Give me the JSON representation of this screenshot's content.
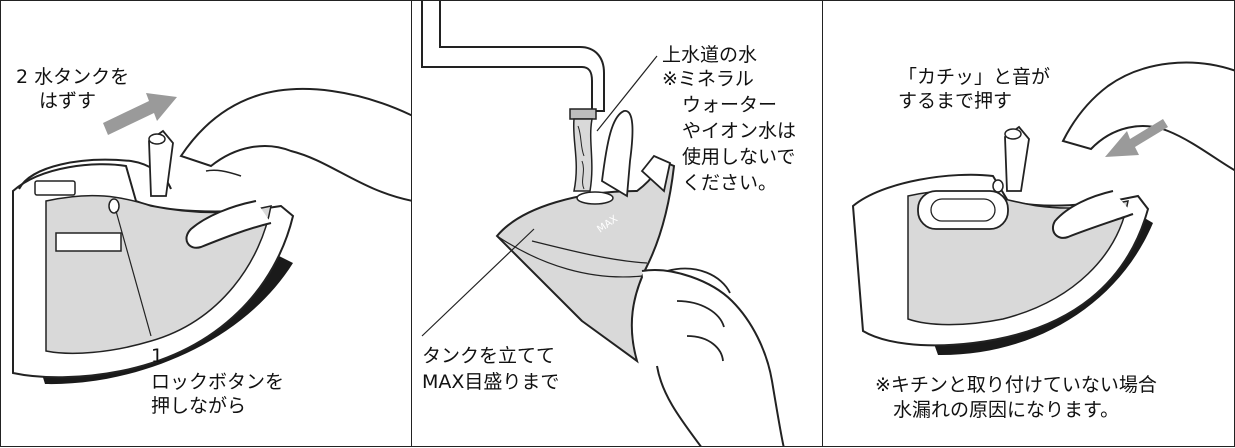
{
  "panel1": {
    "step2_number": "2",
    "step2_line1": "水タンクを",
    "step2_line2": "はずす",
    "step1_number": "1",
    "step1_line1": "ロックボタンを",
    "step1_line2": "押しながら"
  },
  "panel2": {
    "water_line1": "上水道の水",
    "water_line2": "※ミネラル",
    "water_line3": "ウォーター",
    "water_line4": "やイオン水は",
    "water_line5": "使用しないで",
    "water_line6": "ください。",
    "tank_line1": "タンクを立てて",
    "tank_line2": "MAX目盛りまで",
    "max_mark": "MAX"
  },
  "panel3": {
    "click_line1": "「カチッ」と音が",
    "click_line2": "するまで押す",
    "warn_line1": "※キチンと取り付けていない場合",
    "warn_line2": "水漏れの原因になります。"
  },
  "colors": {
    "line": "#222222",
    "tank_gray": "#d9d9d9",
    "mid_gray": "#bdbdbd",
    "arrow_gray": "#9a9a9a",
    "sole_black": "#1a1a1a"
  }
}
